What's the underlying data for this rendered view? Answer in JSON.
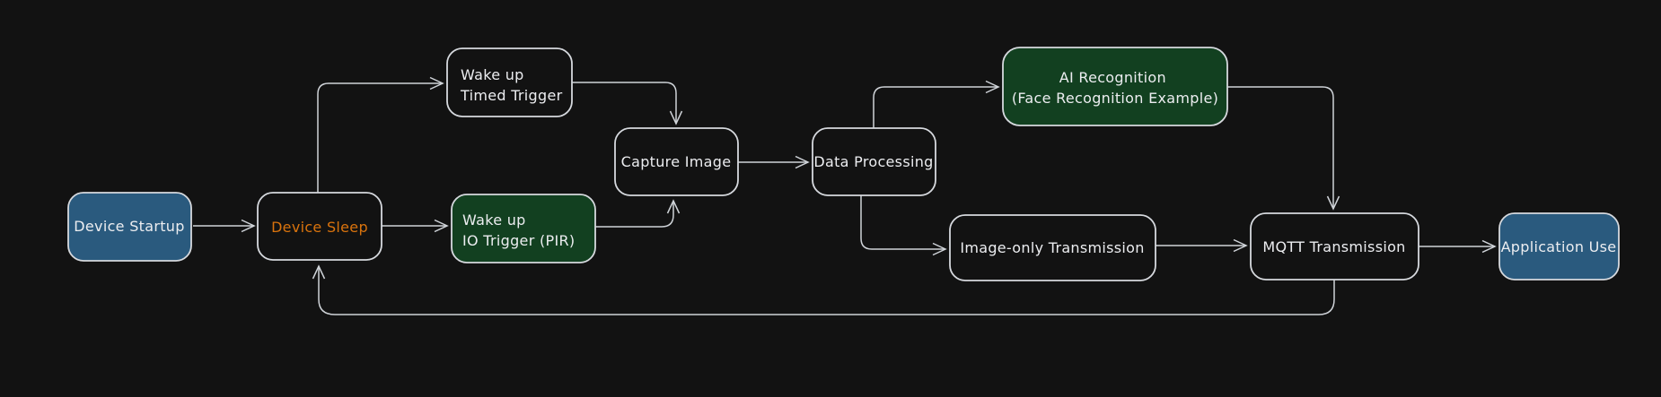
{
  "canvas": {
    "background": "#121212",
    "stroke_color": "#cfd3d8"
  },
  "colors": {
    "blue_fill": "#2a5a7e",
    "green_fill": "#124020",
    "transparent_fill": "none",
    "orange_text": "#d9730d",
    "white_text": "#ecedf0"
  },
  "nodes": {
    "device_startup": {
      "label": "Device Startup",
      "fill": "#2a5a7e",
      "text_color": "#ecedf0"
    },
    "device_sleep": {
      "label": "Device Sleep",
      "fill": "none",
      "text_color": "#d9730d"
    },
    "wake_timed": {
      "lines": [
        "Wake up",
        "Timed Trigger"
      ],
      "fill": "none",
      "text_color": "#ecedf0"
    },
    "wake_io": {
      "lines": [
        "Wake up",
        "IO Trigger (PIR)"
      ],
      "fill": "#124020",
      "text_color": "#ecedf0"
    },
    "capture_image": {
      "label": "Capture Image",
      "fill": "none",
      "text_color": "#ecedf0"
    },
    "data_processing": {
      "label": "Data Processing",
      "fill": "none",
      "text_color": "#ecedf0"
    },
    "ai_recognition": {
      "lines": [
        "AI Recognition",
        "(Face Recognition Example)"
      ],
      "fill": "#124020",
      "text_color": "#ecedf0"
    },
    "image_only": {
      "label": "Image-only Transmission",
      "fill": "none",
      "text_color": "#ecedf0"
    },
    "mqtt": {
      "label": "MQTT Transmission",
      "fill": "none",
      "text_color": "#ecedf0"
    },
    "app_use": {
      "label": "Application Use",
      "fill": "#2a5a7e",
      "text_color": "#ecedf0"
    }
  },
  "edges": [
    {
      "from": "device_startup",
      "to": "device_sleep"
    },
    {
      "from": "device_sleep",
      "to": "wake_timed"
    },
    {
      "from": "device_sleep",
      "to": "wake_io"
    },
    {
      "from": "wake_timed",
      "to": "capture_image"
    },
    {
      "from": "wake_io",
      "to": "capture_image"
    },
    {
      "from": "capture_image",
      "to": "data_processing"
    },
    {
      "from": "data_processing",
      "to": "ai_recognition"
    },
    {
      "from": "data_processing",
      "to": "image_only"
    },
    {
      "from": "ai_recognition",
      "to": "mqtt"
    },
    {
      "from": "image_only",
      "to": "mqtt"
    },
    {
      "from": "mqtt",
      "to": "app_use"
    },
    {
      "from": "mqtt",
      "to": "device_sleep"
    }
  ]
}
